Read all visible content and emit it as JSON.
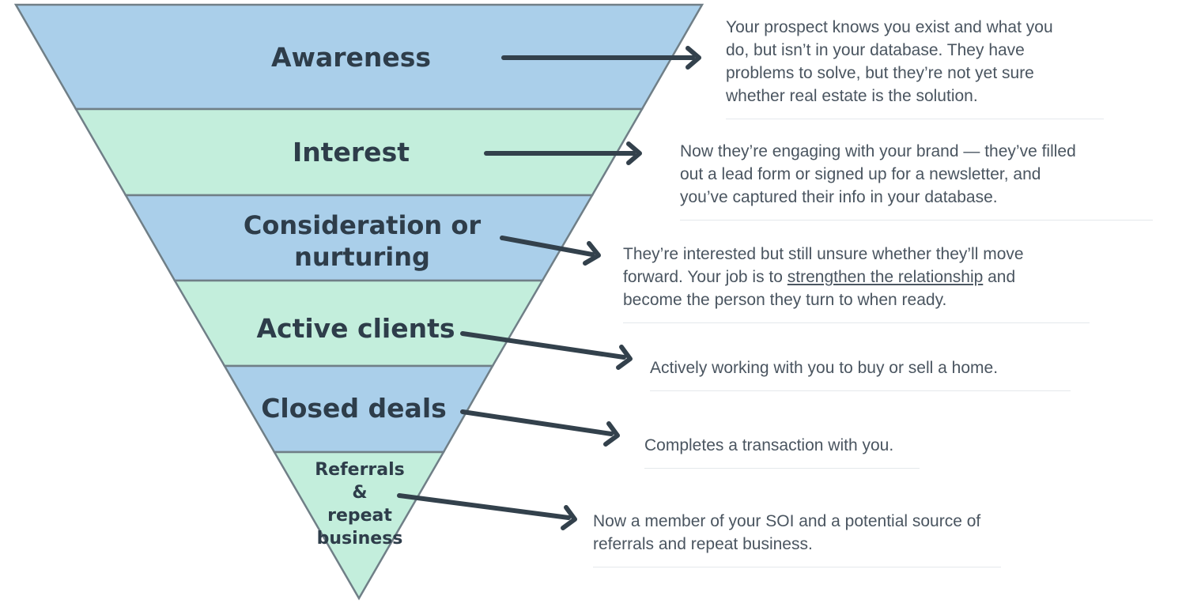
{
  "colors": {
    "blue_band": "#aacfea",
    "green_band": "#c3eedc",
    "outline": "#707f87",
    "arrow": "#33414c",
    "label_text": "#2e3d4a",
    "desc_text": "#4a5560"
  },
  "stages": [
    {
      "label_lines": [
        "Awareness"
      ],
      "description_lines": [
        "Your prospect knows you exist and what you",
        "do, but isn’t in your database. They have",
        "problems to solve, but they’re not yet sure",
        "whether real estate is the solution."
      ]
    },
    {
      "label_lines": [
        "Interest"
      ],
      "description_lines": [
        "Now they’re engaging with your brand — they’ve filled",
        "out a lead form or signed up for a newsletter, and",
        "you’ve captured their info in your database."
      ]
    },
    {
      "label_lines": [
        "Consideration or",
        "nurturing"
      ],
      "description_lines": [
        "They’re interested but still unsure whether they’ll move",
        "forward. Your job is to ",
        "strengthen the relationship",
        " and",
        "become the person they turn to when ready."
      ]
    },
    {
      "label_lines": [
        "Active clients"
      ],
      "description_lines": [
        "Actively working with you to buy or sell a home."
      ]
    },
    {
      "label_lines": [
        "Closed deals"
      ],
      "description_lines": [
        "Completes a transaction with you."
      ]
    },
    {
      "label_lines": [
        "Referrals &",
        "repeat",
        "business"
      ],
      "description_lines": [
        "Now a member of your SOI and a potential source of",
        "referrals and repeat business."
      ]
    }
  ]
}
